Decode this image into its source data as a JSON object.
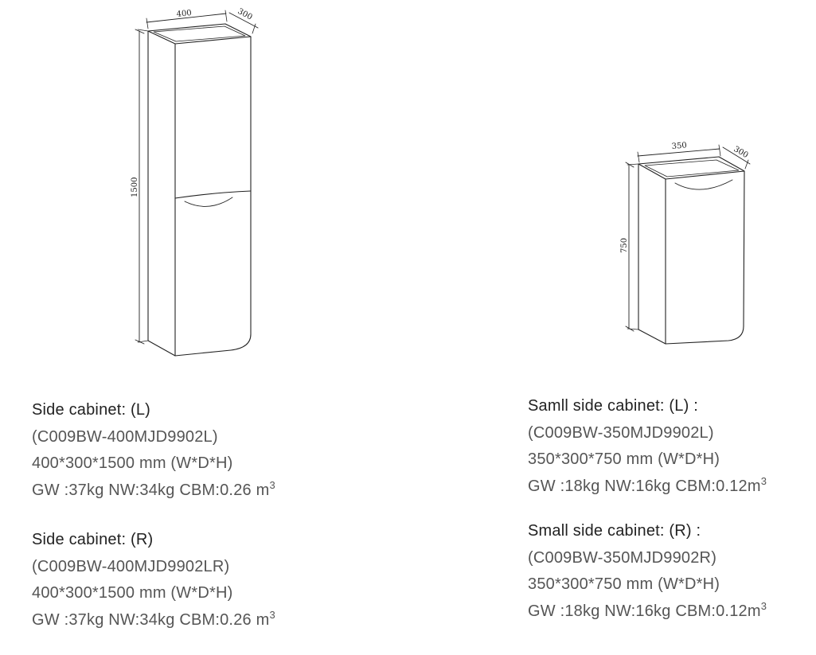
{
  "drawings": {
    "tall": {
      "width_dim": "400",
      "depth_dim": "300",
      "height_dim": "1500"
    },
    "small": {
      "width_dim": "350",
      "depth_dim": "300",
      "height_dim": "750"
    }
  },
  "specs": [
    {
      "title": "Side cabinet: (L)",
      "code": "(C009BW-400MJD9902L)",
      "dims": "400*300*1500 mm (W*D*H)",
      "weights": "GW :37kg  NW:34kg  CBM:0.26 m",
      "sup": "3"
    },
    {
      "title": "Side cabinet: (R)",
      "code": "(C009BW-400MJD9902LR)",
      "dims": "400*300*1500 mm (W*D*H)",
      "weights": "GW :37kg  NW:34kg  CBM:0.26 m",
      "sup": "3"
    },
    {
      "title": "Samll side cabinet: (L) :",
      "code": "(C009BW-350MJD9902L)",
      "dims": "350*300*750 mm (W*D*H)",
      "weights": "GW :18kg  NW:16kg  CBM:0.12m",
      "sup": "3"
    },
    {
      "title": "Small side cabinet: (R) :",
      "code": "(C009BW-350MJD9902R)",
      "dims": "350*300*750 mm (W*D*H)",
      "weights": "GW :18kg  NW:16kg  CBM:0.12m",
      "sup": "3"
    }
  ]
}
